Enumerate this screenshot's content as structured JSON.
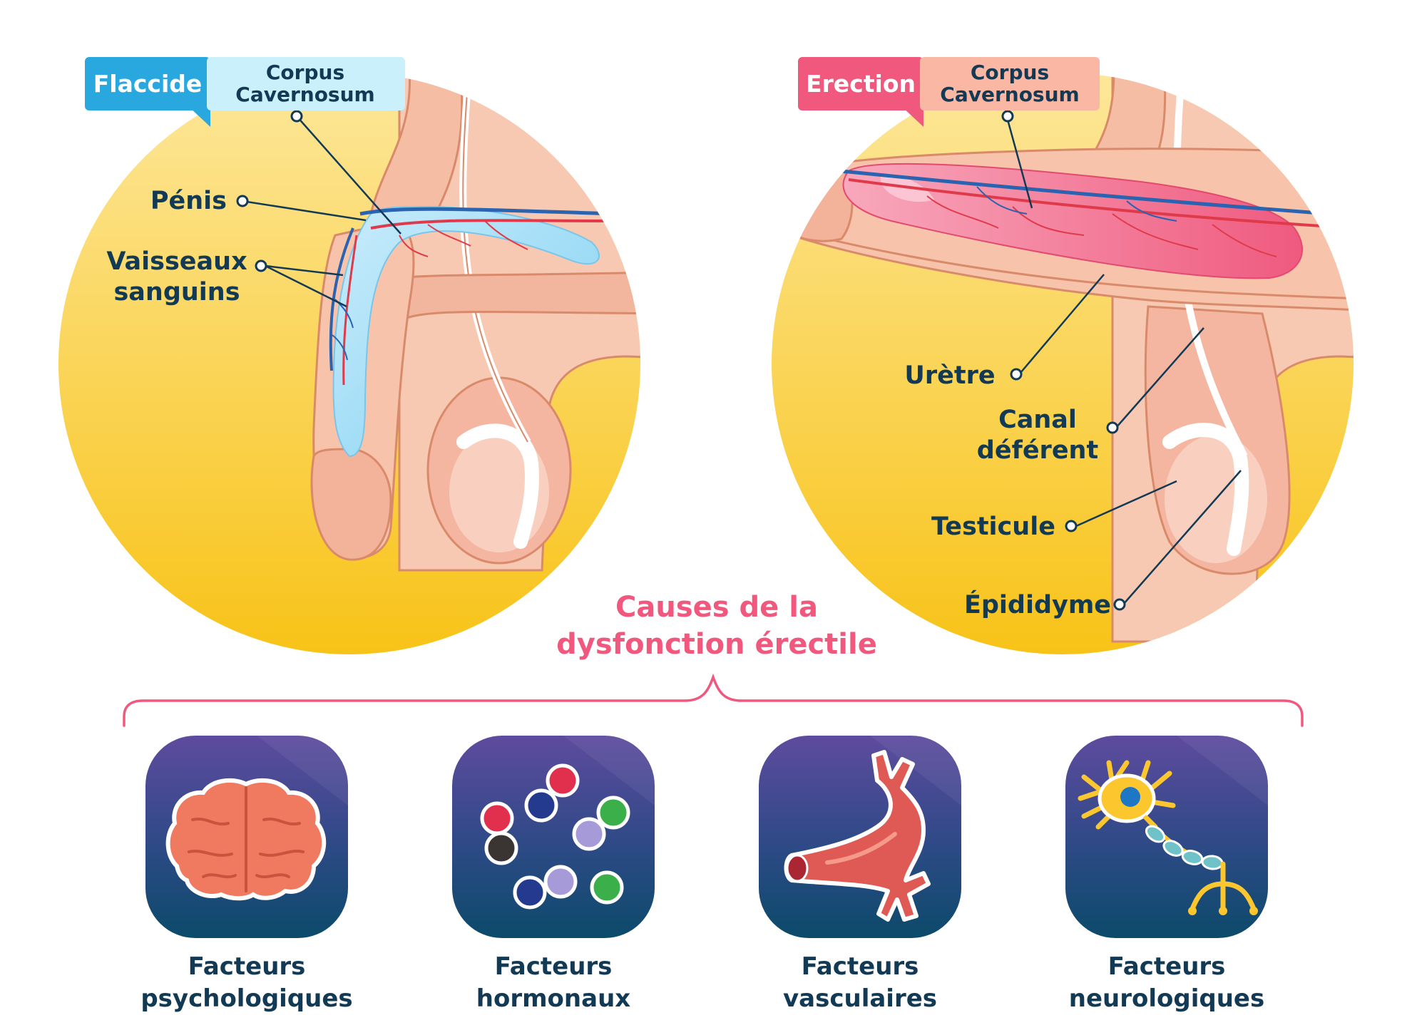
{
  "flaccid": {
    "tag": "Flaccide",
    "corpus_line1": "Corpus",
    "corpus_line2": "Cavernosum",
    "penis": "Pénis",
    "vessels_line1": "Vaisseaux",
    "vessels_line2": "sanguins"
  },
  "erection": {
    "tag": "Erection",
    "corpus_line1": "Corpus",
    "corpus_line2": "Cavernosum",
    "urethra": "Urètre",
    "vas_line1": "Canal",
    "vas_line2": "déférent",
    "testicle": "Testicule",
    "epididymis": "Épididyme"
  },
  "causes": {
    "title_line1": "Causes de la",
    "title_line2": "dysfonction érectile",
    "factors": [
      {
        "line1": "Facteurs",
        "line2": "psychologiques",
        "icon": "brain-icon"
      },
      {
        "line1": "Facteurs",
        "line2": "hormonaux",
        "icon": "molecules-icon"
      },
      {
        "line1": "Facteurs",
        "line2": "vasculaires",
        "icon": "blood-vessel-icon"
      },
      {
        "line1": "Facteurs",
        "line2": "neurologiques",
        "icon": "neuron-icon"
      }
    ]
  },
  "colors": {
    "flaccid_accent": "#29a8e0",
    "erection_accent": "#f0587e",
    "title_pink": "#f0587e",
    "label_navy": "#133a55",
    "circle_yellow": "#fbd441"
  }
}
